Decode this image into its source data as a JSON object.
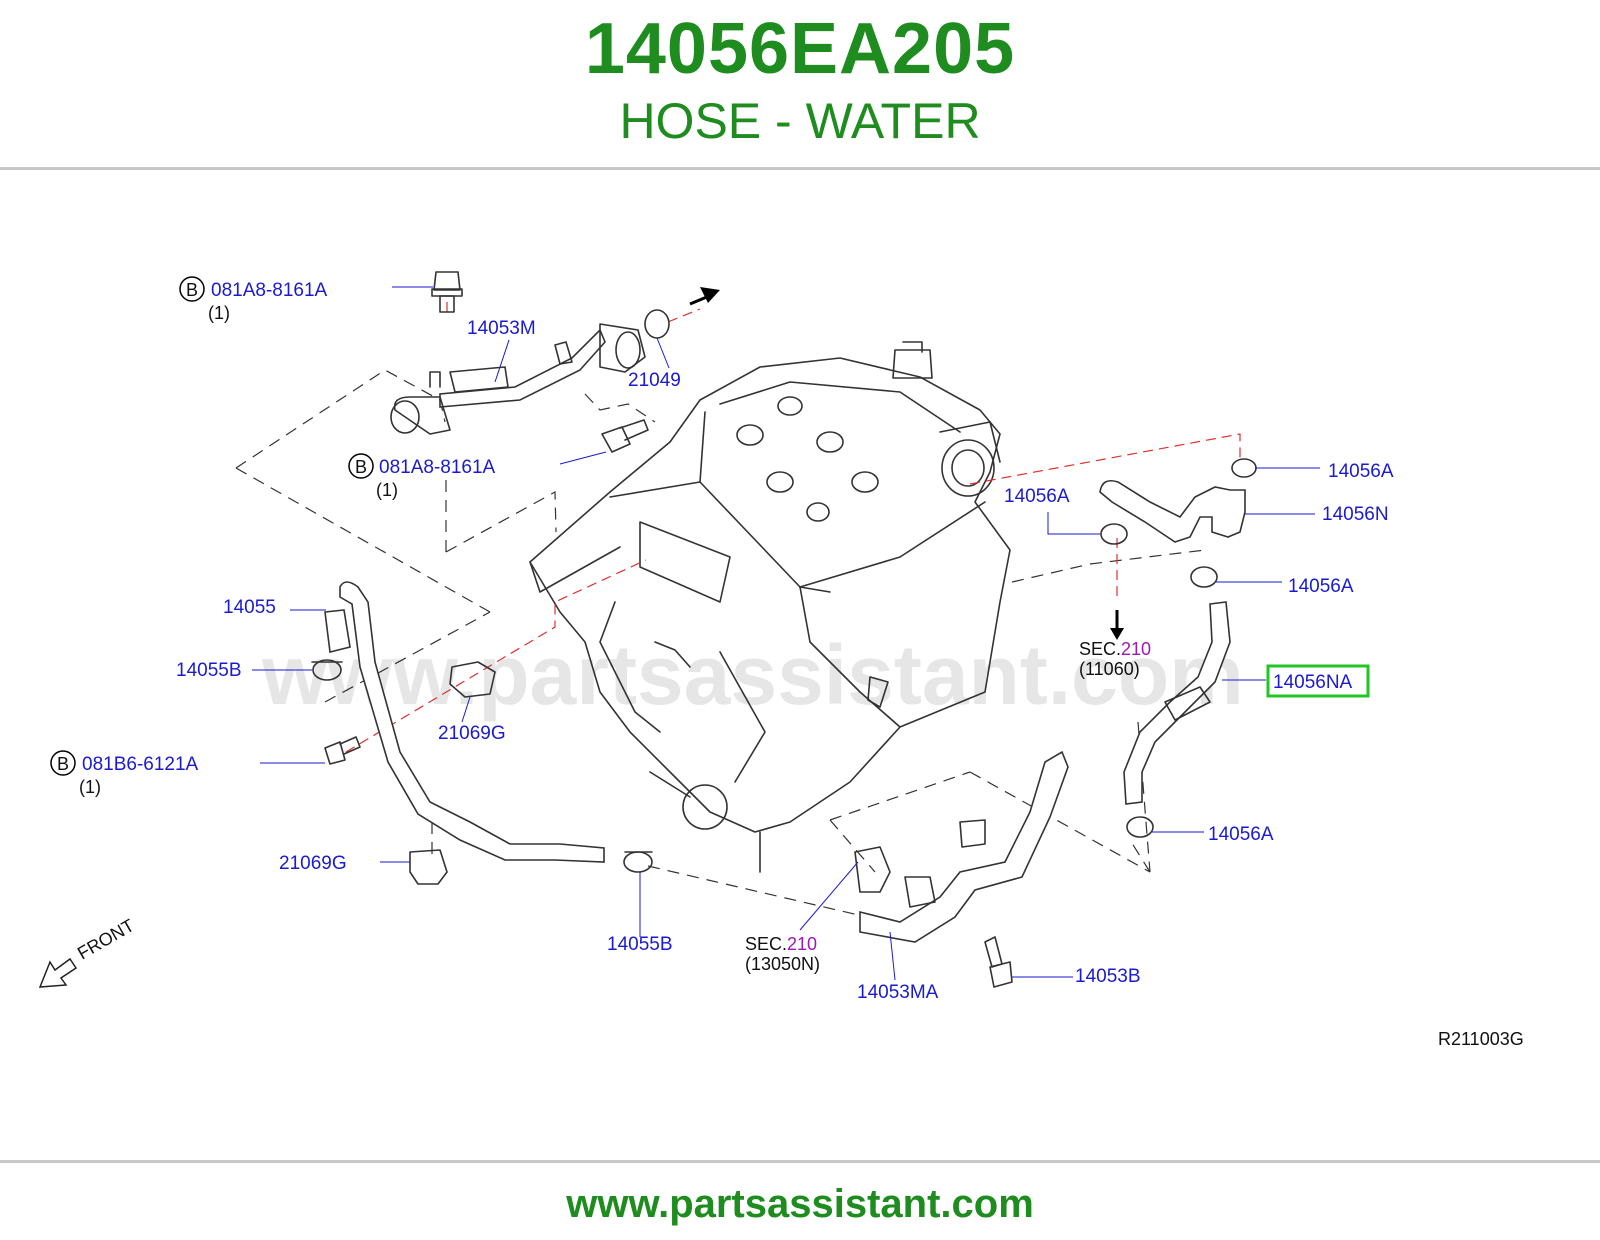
{
  "header": {
    "part_number": "14056EA205",
    "part_name": "HOSE - WATER"
  },
  "footer": {
    "url": "www.partsassistant.com"
  },
  "diagram": {
    "watermark": "www.partsassistant.com",
    "ref_code": "R211003G",
    "front_label": "FRONT",
    "labels": {
      "b1_code": "081A8-8161A",
      "b1_qty": "(1)",
      "b2_code": "081A8-8161A",
      "b2_qty": "(1)",
      "b3_code": "081B6-6121A",
      "b3_qty": "(1)",
      "bolt_badge": "B",
      "p14053M": "14053M",
      "p21049": "21049",
      "p14055": "14055",
      "p14055B_a": "14055B",
      "p21069G_a": "21069G",
      "p21069G_b": "21069G",
      "p14055B_b": "14055B",
      "p14053MA": "14053MA",
      "p14053B": "14053B",
      "p14056A_1": "14056A",
      "p14056N": "14056N",
      "p14056A_2": "14056A",
      "p14056A_3": "14056A",
      "p14056NA": "14056NA",
      "p14056A_4": "14056A",
      "sec_prefix_1": "SEC.",
      "sec_num_1": "210",
      "sec_ref_1": "(11060)",
      "sec_prefix_2": "SEC.",
      "sec_num_2": "210",
      "sec_ref_2": "(13050N)"
    },
    "highlighted_part": "14056NA",
    "colors": {
      "brand_green": "#1e8c1e",
      "label_blue": "#1a1ad0",
      "sec_purple": "#9a1ab0",
      "highlight": "#22c622"
    }
  }
}
